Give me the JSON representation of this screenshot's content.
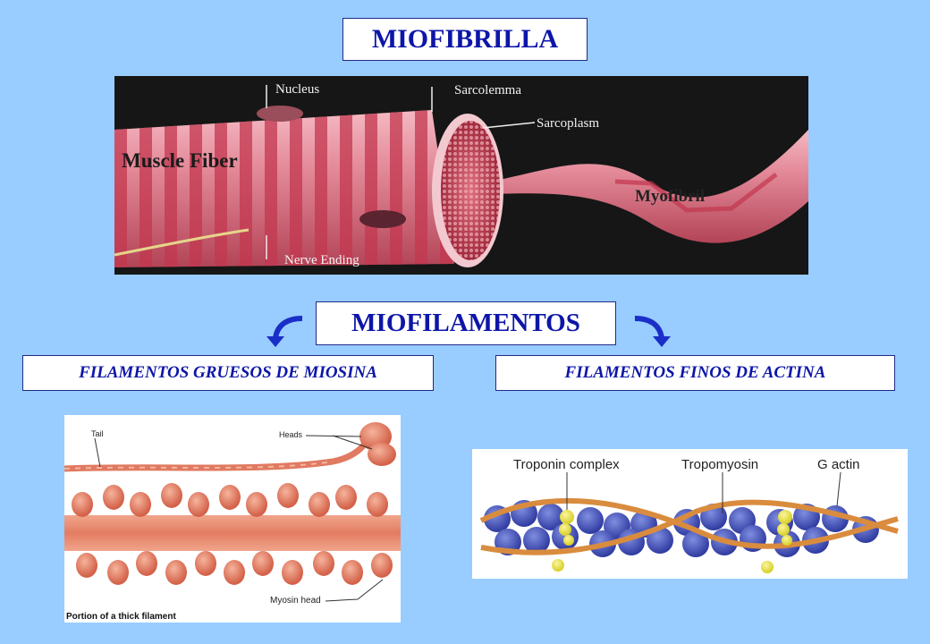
{
  "title": "MIOFIBRILLA",
  "muscle_fiber_figure": {
    "big_label": "Muscle Fiber",
    "labels": {
      "nucleus": "Nucleus",
      "sarcolemma": "Sarcolemma",
      "sarcoplasm": "Sarcoplasm",
      "myofibril": "Myofibril",
      "nerve_ending": "Nerve Ending"
    }
  },
  "subtitle": "MIOFILAMENTOS",
  "left_branch": "FILAMENTOS GRUESOS DE MIOSINA",
  "right_branch": "FILAMENTOS FINOS DE ACTINA",
  "myosin_figure": {
    "tail": "Tail",
    "heads": "Heads",
    "myosin_head": "Myosin head",
    "caption": "Portion of a thick filament"
  },
  "actin_figure": {
    "troponin": "Troponin complex",
    "tropomyosin": "Tropomyosin",
    "g_actin": "G actin"
  },
  "colors": {
    "background": "#99ccff",
    "title_text": "#0d16a8",
    "arrow": "#1a2ec8"
  }
}
